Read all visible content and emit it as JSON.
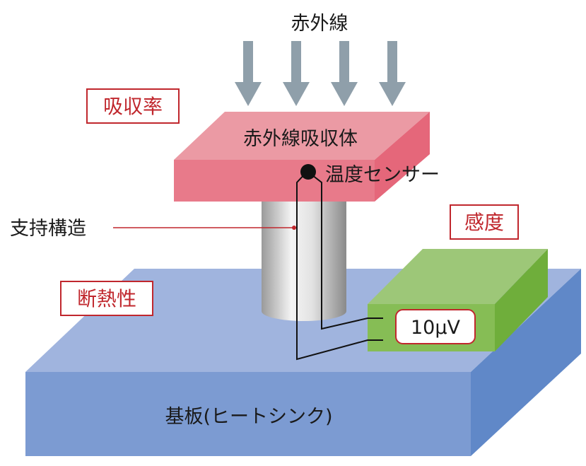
{
  "labels": {
    "infrared": "赤外線",
    "absorber": "赤外線吸収体",
    "temp_sensor": "温度センサー",
    "support": "支持構造",
    "substrate": "基板(ヒートシンク)",
    "voltage": "10μV"
  },
  "tags": {
    "absorptance": "吸収率",
    "sensitivity": "感度",
    "insulation": "断熱性"
  },
  "colors": {
    "arrow": "#8f9faa",
    "absorber_top": "#eb9aa4",
    "absorber_front": "#e87a8a",
    "absorber_side": "#e5677a",
    "substrate_top": "#a0b4de",
    "substrate_front": "#7c9bd2",
    "substrate_side": "#6088c8",
    "block_top": "#9dc778",
    "block_front": "#86bd55",
    "block_side": "#6fae3b",
    "tag_red": "#c0272d"
  }
}
